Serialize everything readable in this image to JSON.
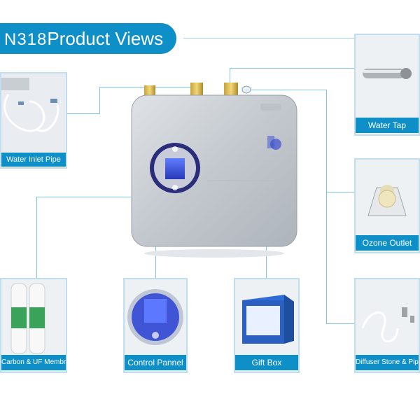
{
  "header": {
    "model": "N318",
    "title": "Product Views"
  },
  "cards": {
    "water_inlet_pipe": {
      "label": "Water Inlet Pipe"
    },
    "water_tap": {
      "label": "Water Tap"
    },
    "ozone_outlet": {
      "label": "Ozone Outlet"
    },
    "carbon_uf": {
      "label": "Carbon & UF Membrane"
    },
    "control_pannel": {
      "label": "Control Pannel"
    },
    "gift_box": {
      "label": "Gift Box"
    },
    "diffuser": {
      "label": "Diffuser Stone & Pipe"
    }
  },
  "colors": {
    "accent": "#0f8fc8",
    "connector": "#7fc3e6",
    "device_body": "#c9ced4",
    "screen": "#3a4fd0"
  }
}
